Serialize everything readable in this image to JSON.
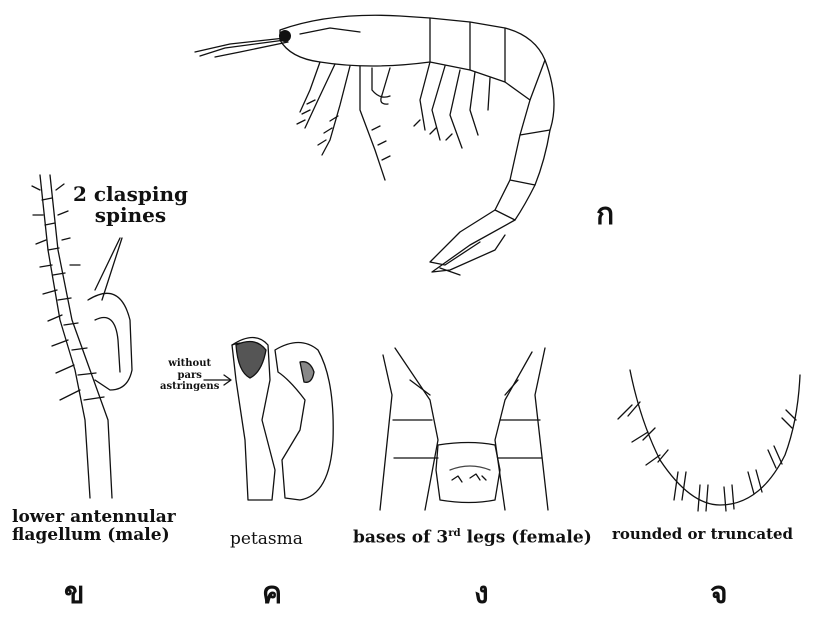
{
  "figure_labels": {
    "a": "ก",
    "b": "ข",
    "c": "ค",
    "d": "ง",
    "e": "จ"
  },
  "callouts": {
    "clasping_line1": "2 clasping",
    "clasping_line2": "spines",
    "pars_line1": "without",
    "pars_line2": "pars",
    "pars_line3": "astringens"
  },
  "captions": {
    "flagellum_line1": "lower antennular",
    "flagellum_line2": "flagellum (male)",
    "petasma": "petasma",
    "bases_prefix": "bases of 3",
    "bases_sup": "rd",
    "bases_suffix": " legs (female)",
    "rounded": "rounded or truncated"
  }
}
